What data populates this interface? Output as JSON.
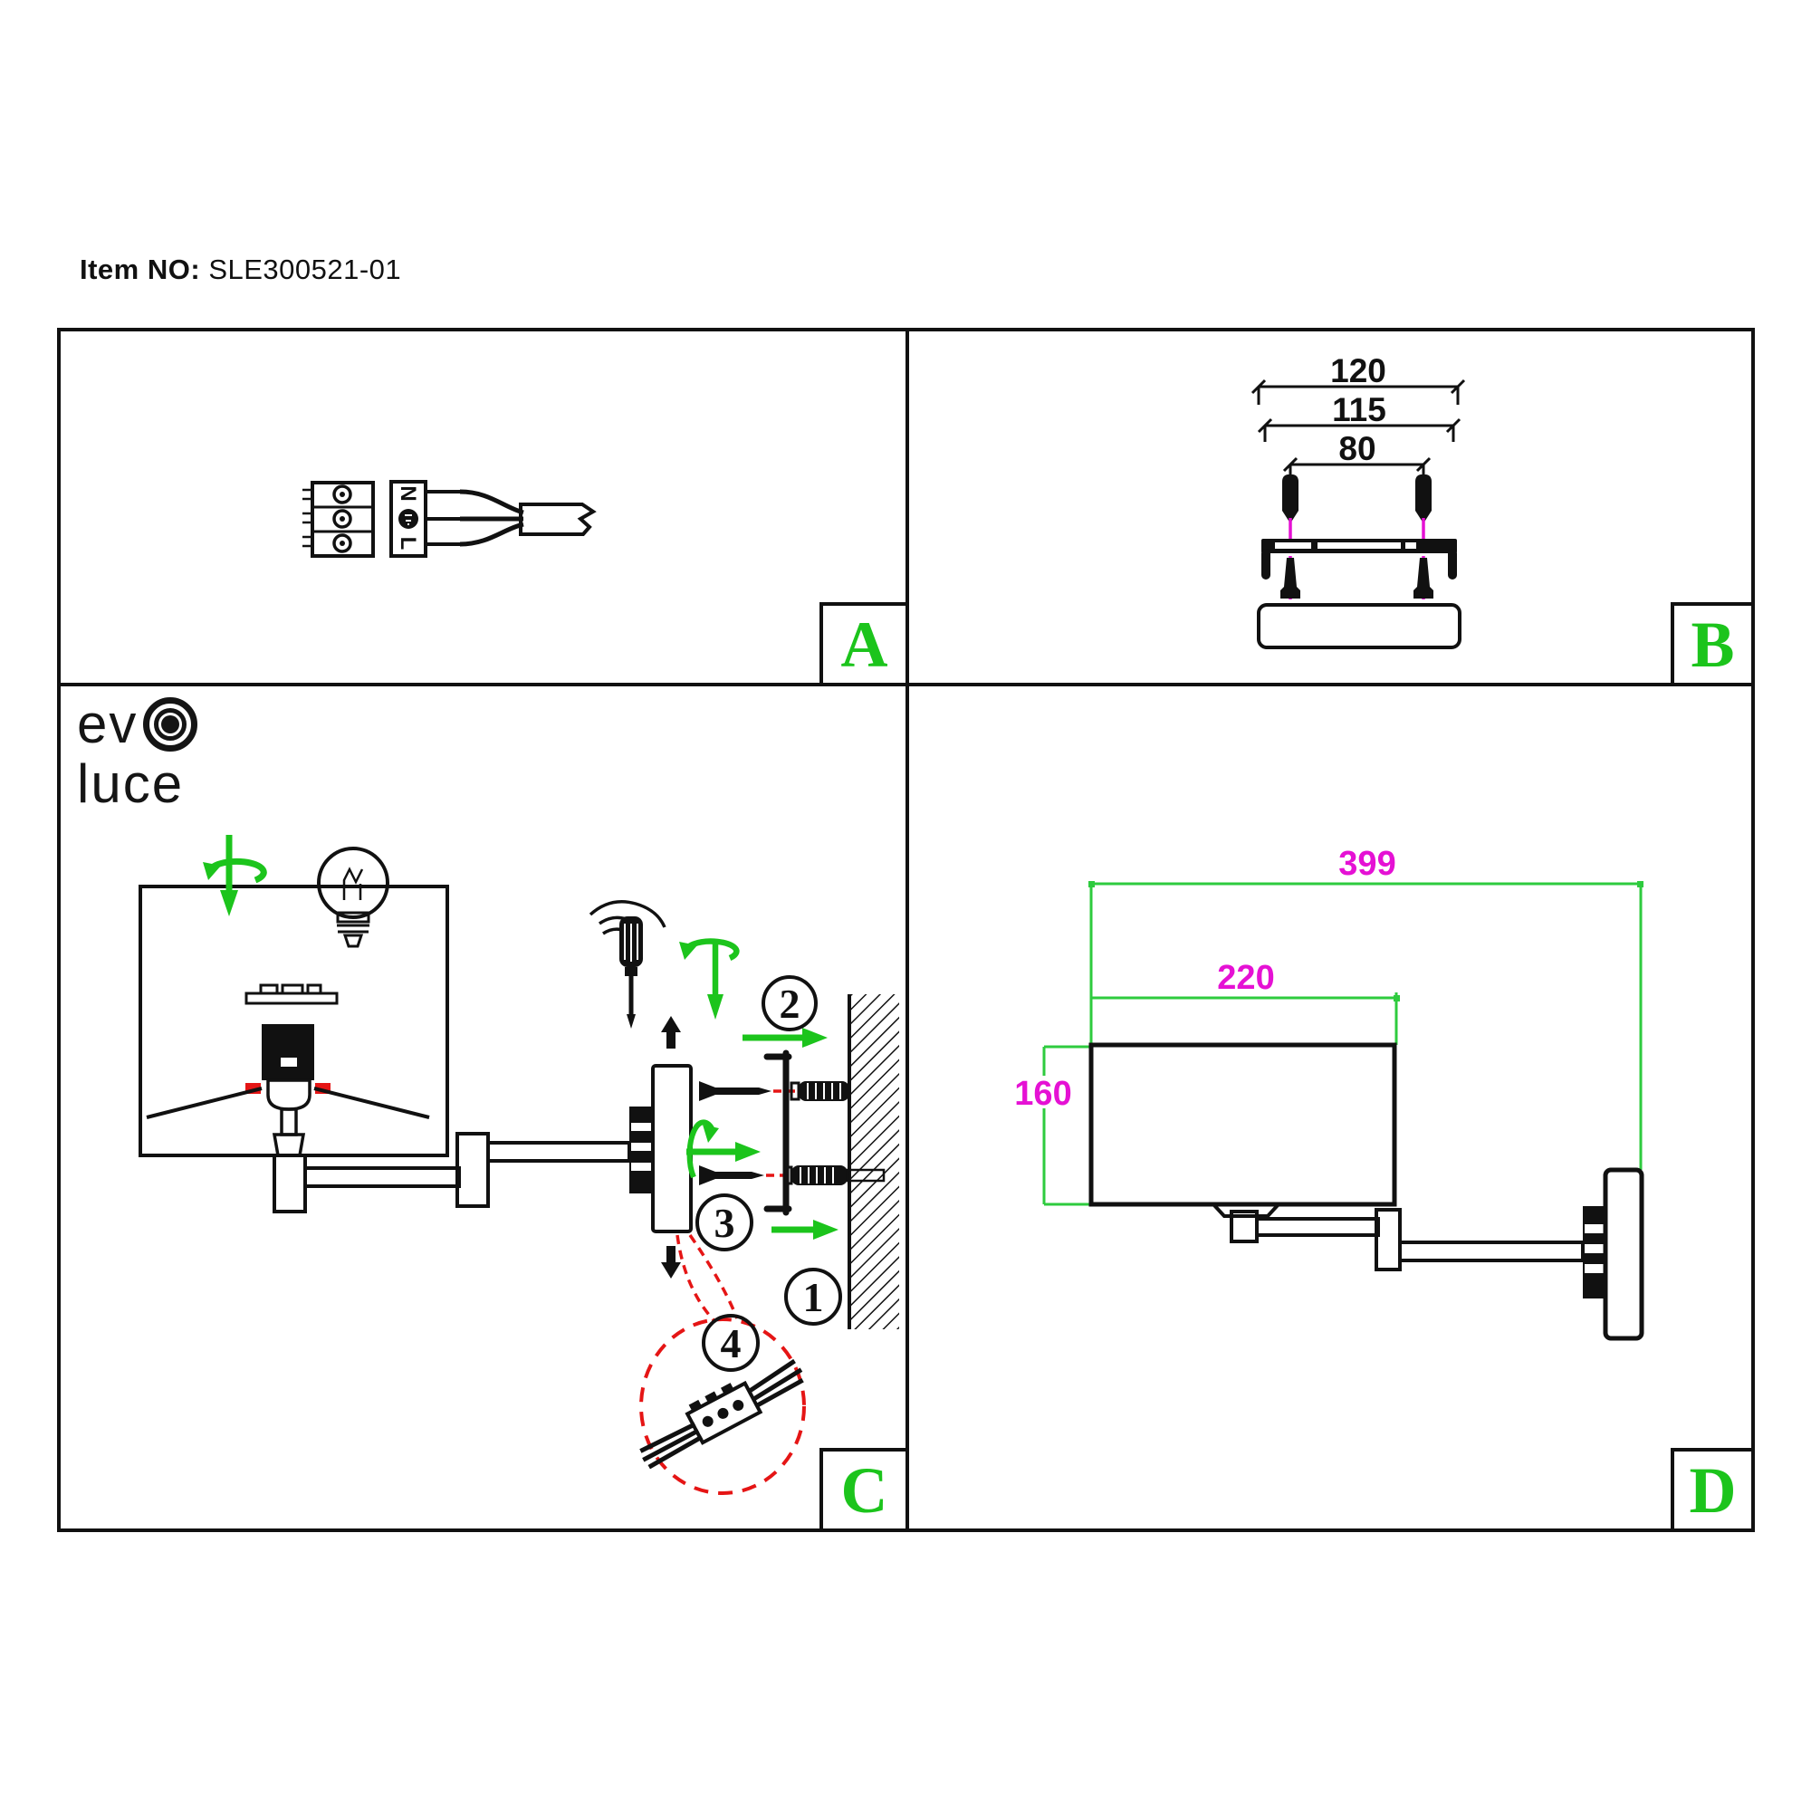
{
  "item": {
    "label": "Item NO:",
    "number": "SLE300521-01"
  },
  "logo": {
    "line1": "ev",
    "line2": "luce"
  },
  "panels": {
    "a": {
      "label": "A",
      "connector": {
        "neutral": "N",
        "live": "L"
      }
    },
    "b": {
      "label": "B",
      "dims": {
        "overall": "120",
        "holes": "115",
        "inner": "80"
      }
    },
    "c": {
      "label": "C",
      "steps": {
        "s1": "1",
        "s2": "2",
        "s3": "3",
        "s4": "4"
      }
    },
    "d": {
      "label": "D",
      "dims": {
        "overall_width": "399",
        "shade_width": "220",
        "shade_height": "160"
      }
    }
  },
  "colors": {
    "ink": "#111111",
    "green": "#1cc41c",
    "dimgreen": "#2ecb3e",
    "magenta": "#e511d4",
    "red": "#e51515"
  }
}
